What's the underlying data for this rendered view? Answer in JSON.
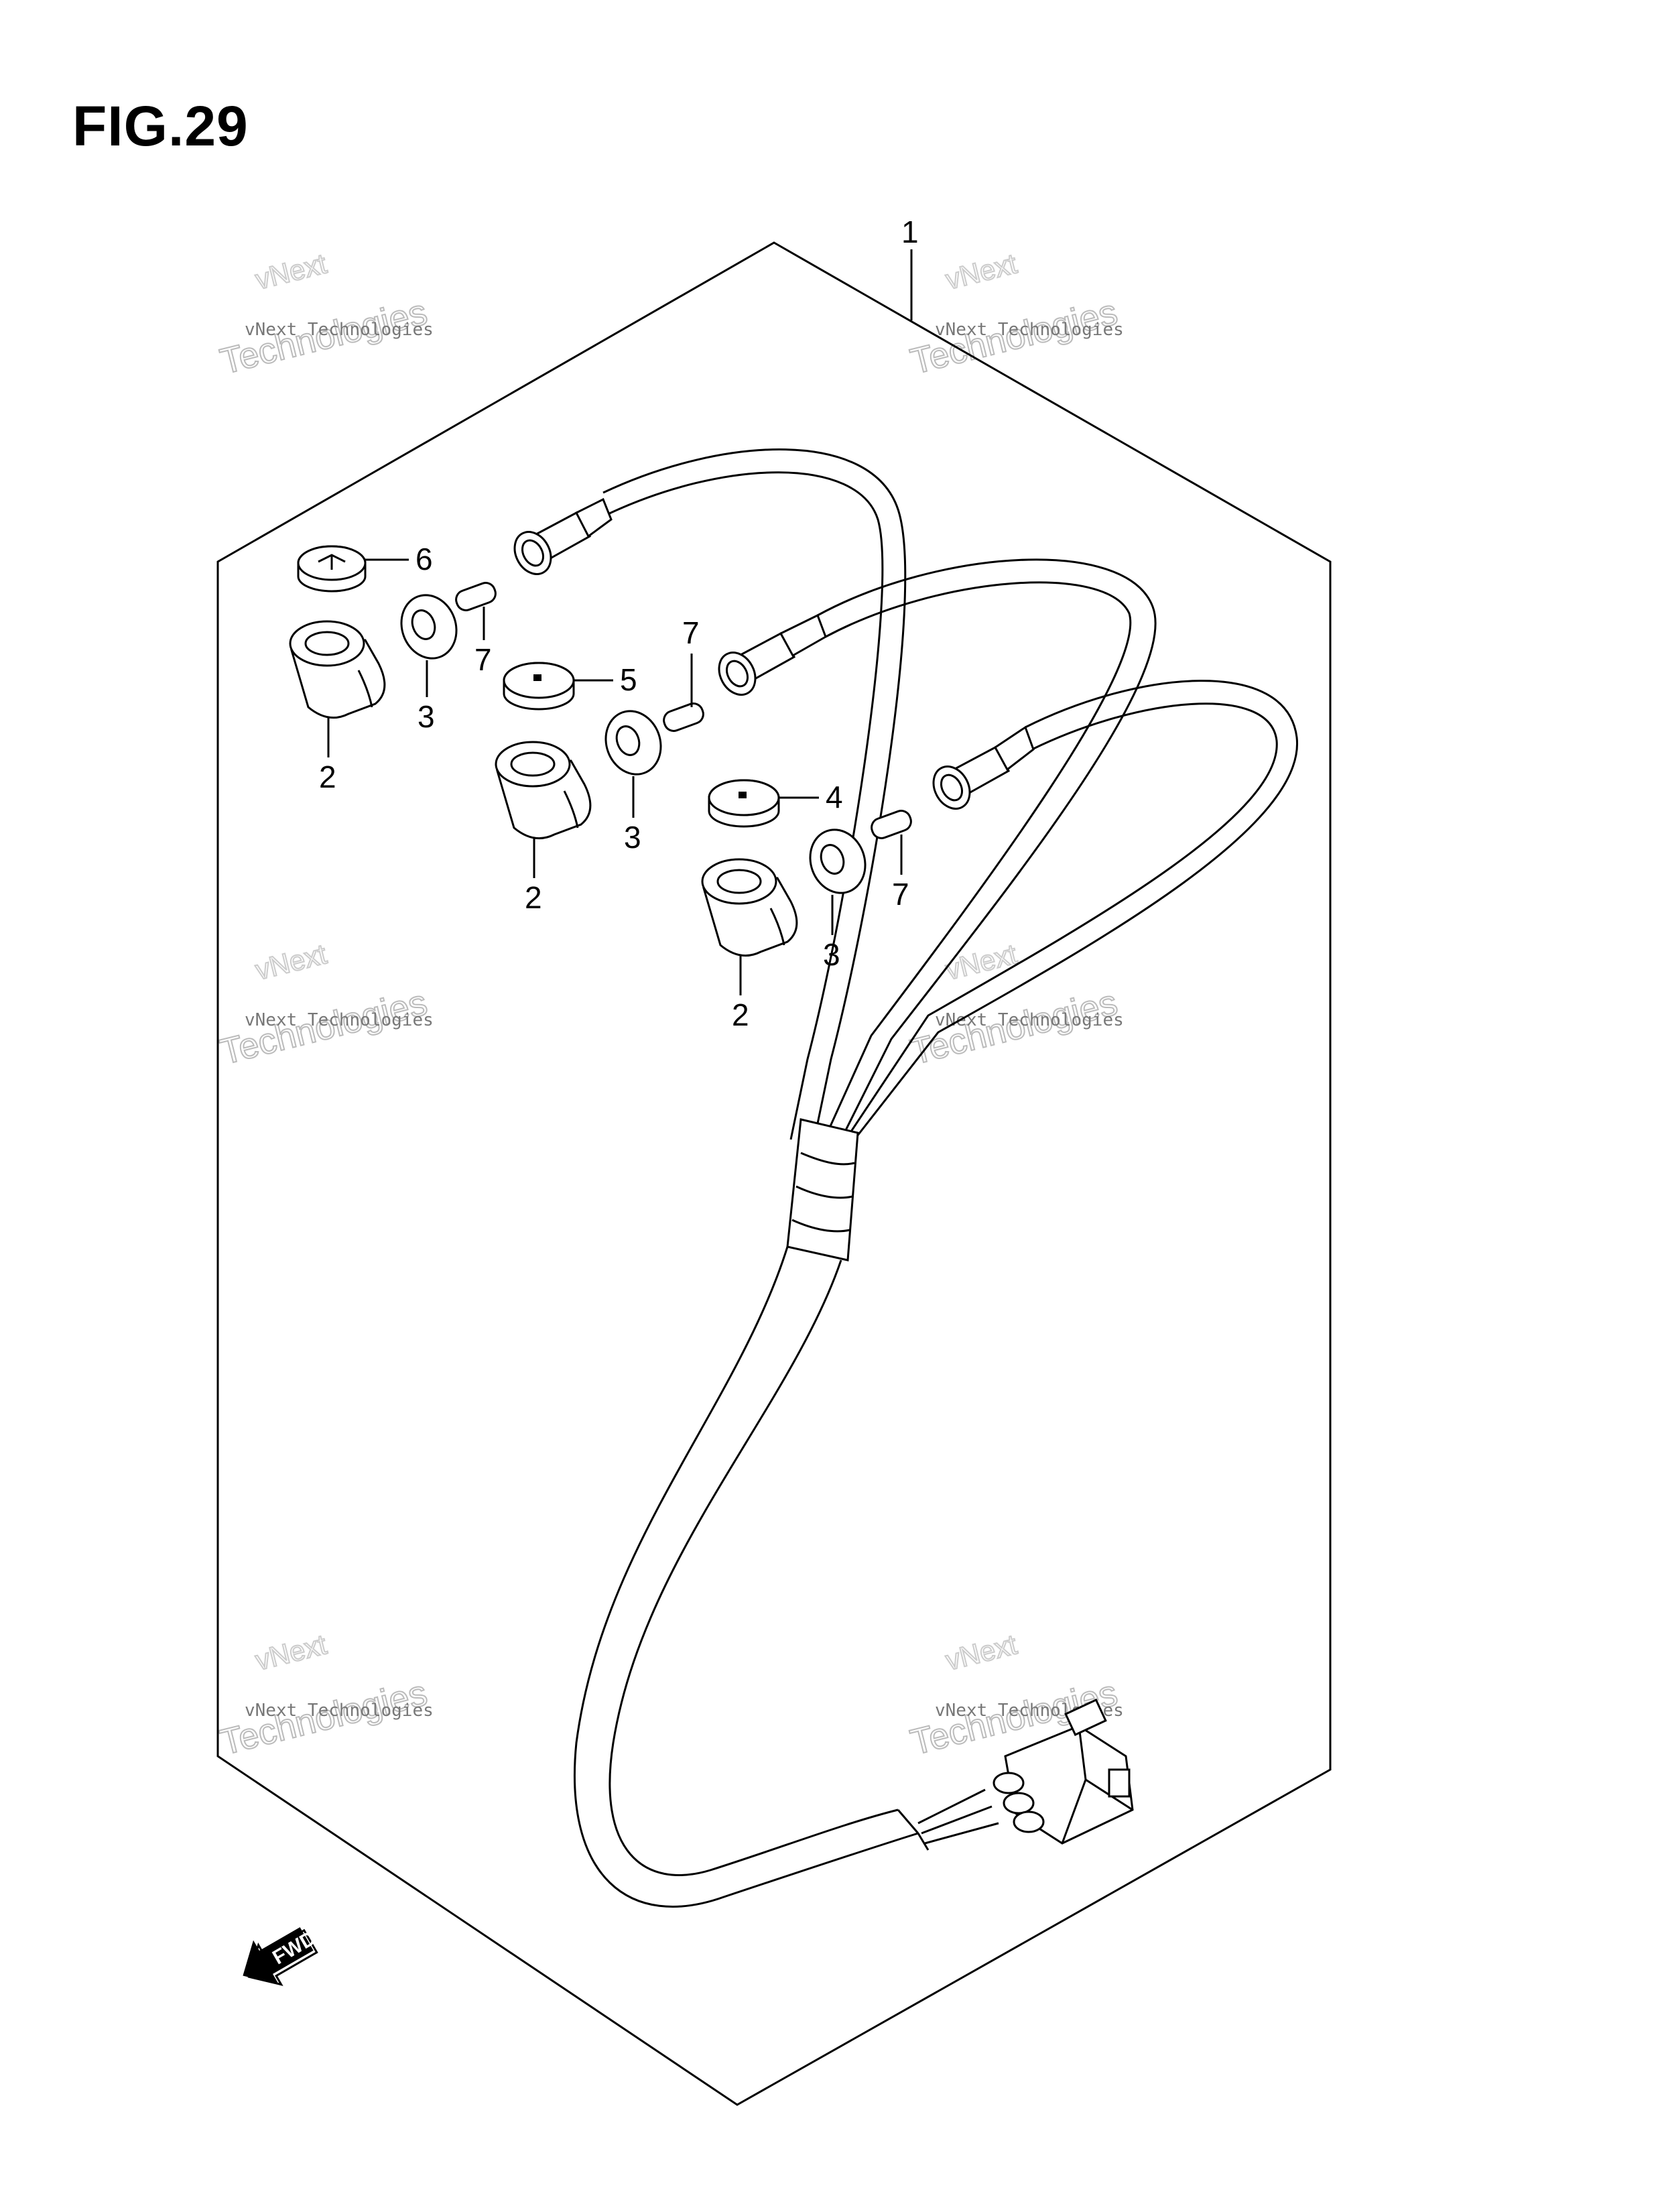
{
  "figure": {
    "title": "FIG.29"
  },
  "callouts": [
    "1",
    "2",
    "2",
    "2",
    "3",
    "3",
    "3",
    "4",
    "5",
    "6",
    "7",
    "7",
    "7"
  ],
  "watermark": {
    "line1": "vNext Technologies",
    "line2": "Technologies",
    "line3": "vNext"
  },
  "fwd_label": "FWD",
  "colors": {
    "line": "#000000",
    "background": "#ffffff",
    "watermark": "#bbbbbb"
  }
}
